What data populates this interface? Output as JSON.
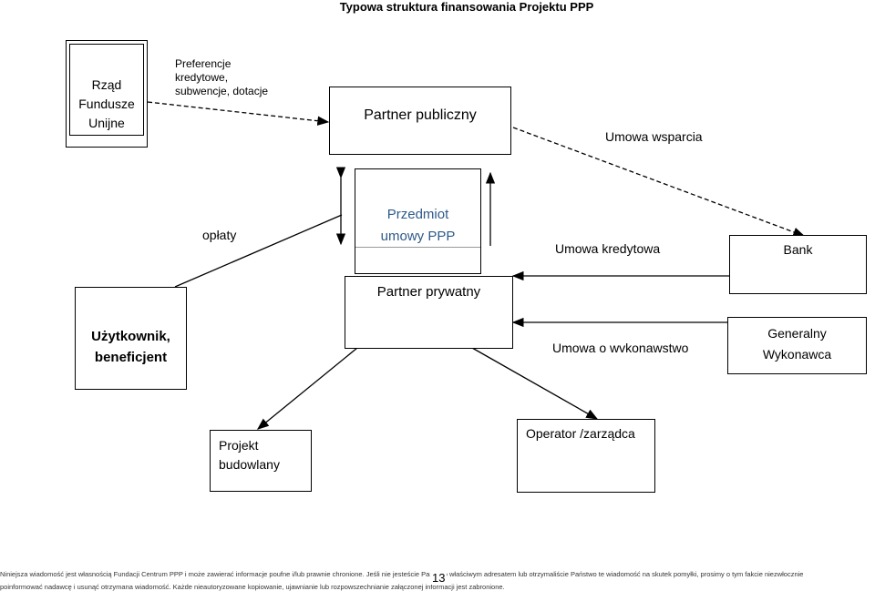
{
  "title": "Typowa struktura finansowania Projektu PPP",
  "nodes": {
    "government": [
      "Rząd",
      "Fundusze",
      "Unijne"
    ],
    "preferences": [
      "Preferencje",
      "kredytowe,",
      "subwencje, dotacje"
    ],
    "public_partner": "Partner publiczny",
    "subject": [
      "Przedmiot",
      "umowy PPP"
    ],
    "private_partner": "Partner prywatny",
    "user": [
      "Użytkownik,",
      "beneficjent"
    ],
    "bank": "Bank",
    "general_contractor": [
      "Generalny",
      "Wykonawca"
    ],
    "construction_project": [
      "Projekt",
      "budowlany"
    ],
    "operator": "Operator /zarządca"
  },
  "edge_labels": {
    "support_agreement": "Umowa wsparcia",
    "fees": "opłaty",
    "credit_agreement": "Umowa kredytowa",
    "construction_agreement": "Umowa o wvkonawstwo"
  },
  "footer": {
    "line1": "Niniejsza wiadomość jest własnością Fundacji Centrum PPP i może zawierać informacje poufne i/lub prawnie chronione. Jeśli nie jesteście Państwo właściwym adresatem lub otrzymaliście Państwo te wiadomość na skutek pomyłki, prosimy o tym fakcie niezwłocznie",
    "line2": "poinformować nadawcę i usunąć otrzymana wiadomość. Każde nieautoryzowane kopiowanie, ujawnianie lub rozpowszechnianie załączonej informacji jest zabronione.",
    "page_number": "13"
  },
  "colors": {
    "subject_text": "#2e5a8a",
    "line": "#000000"
  }
}
